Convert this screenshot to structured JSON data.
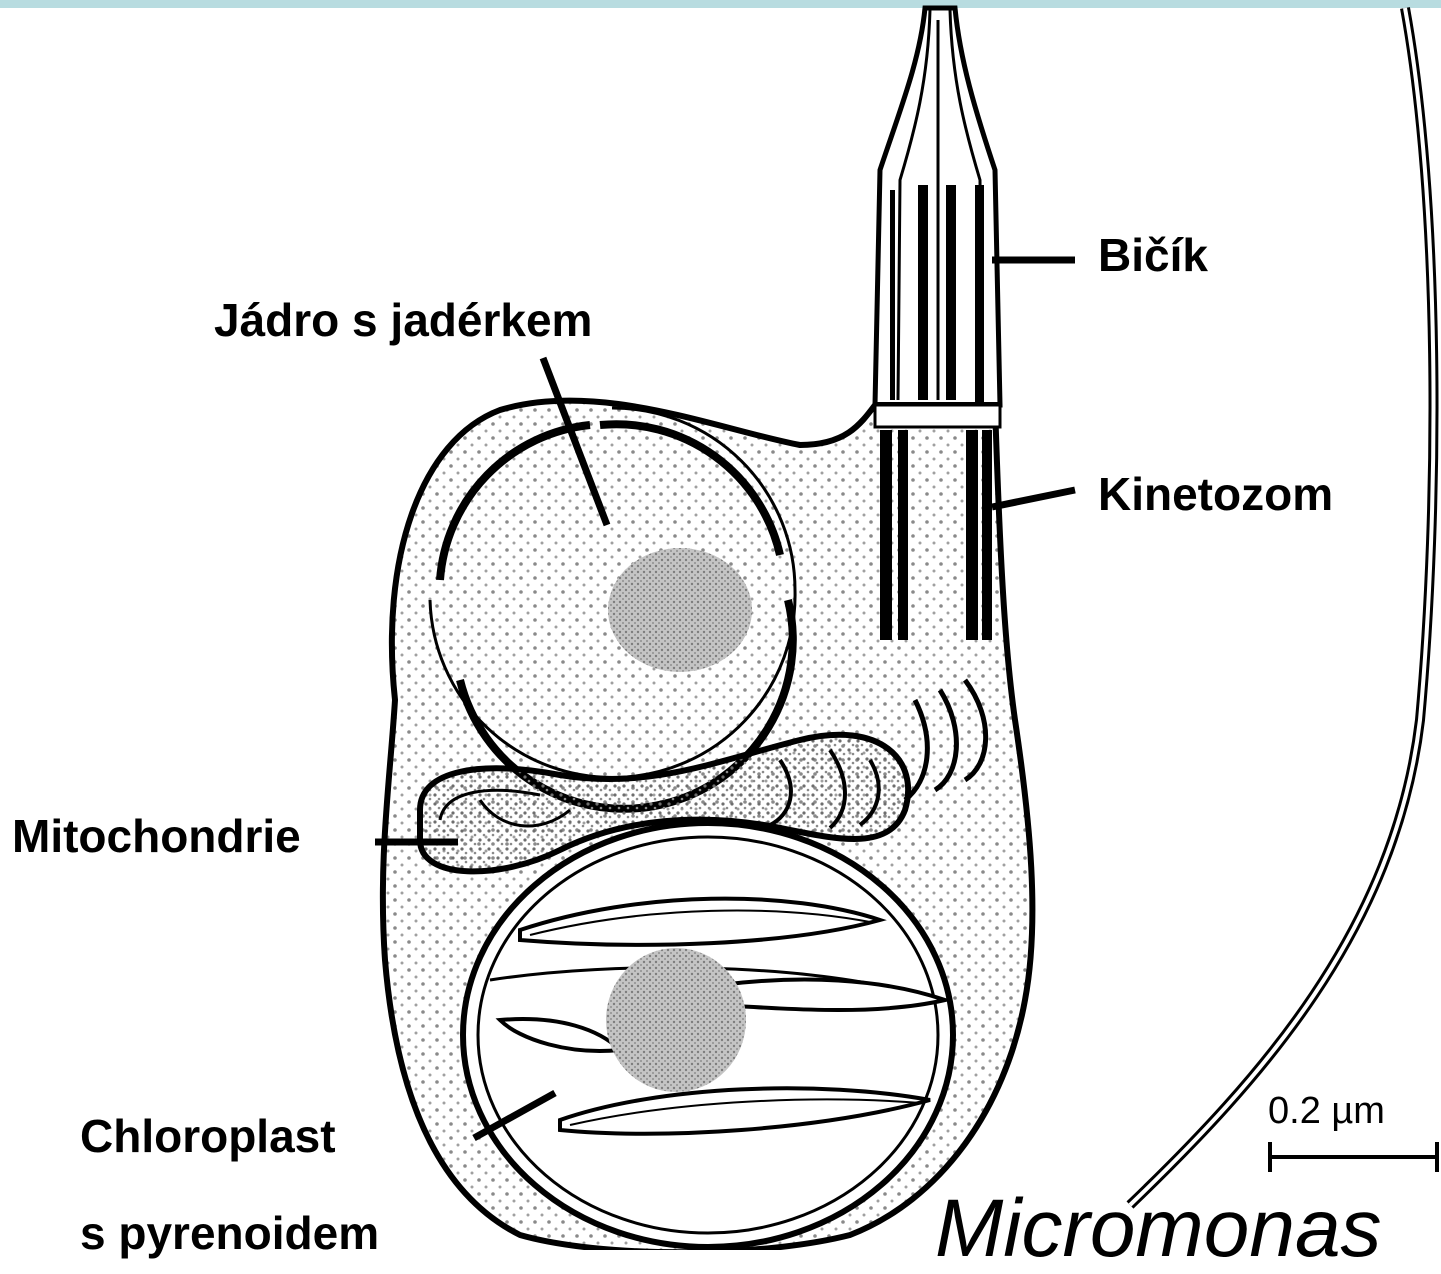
{
  "labels": {
    "nucleus": "Jádro s jadérkem",
    "flagellum": "Bičík",
    "kinetosome": "Kinetozom",
    "mitochondrion": "Mitochondrie",
    "chloroplast_line1": "Chloroplast",
    "chloroplast_line2": "s pyrenoidem"
  },
  "scale_bar": "0.2 µm",
  "species": "Micromonas",
  "colors": {
    "top_band": "#b8dce0",
    "ink": "#000000",
    "stipple": "#9a9a9a",
    "nucleolus": "#b5b5b5"
  }
}
